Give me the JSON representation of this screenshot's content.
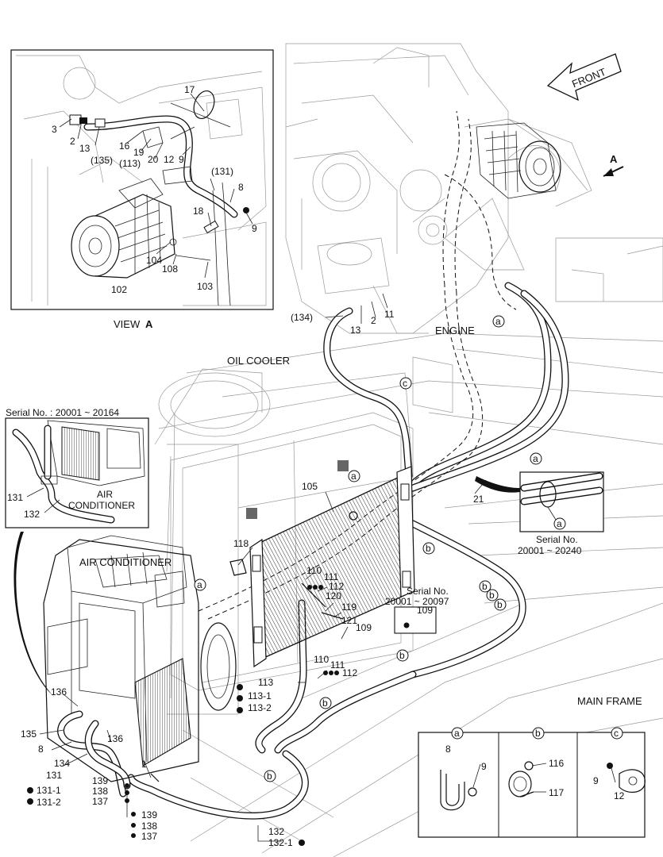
{
  "headers": {
    "view_a": "VIEW",
    "view_a_letter": "A",
    "engine": "ENGINE",
    "oil_cooler": "OIL COOLER",
    "air_conditioner": "AIR CONDITIONER",
    "air_conditioner_inset_1": "AIR",
    "air_conditioner_inset_2": "CONDITIONER",
    "main_frame": "MAIN FRAME",
    "front": "FRONT",
    "arrow_a": "A"
  },
  "serials": {
    "s20164": "Serial No. : 20001 ~ 20164",
    "s20240_a": "Serial No.",
    "s20240_b": "20001 ~ 20240",
    "s20097_a": "Serial No.",
    "s20097_b": "20001 ~ 20097"
  },
  "callouts": {
    "c17": "17",
    "c3": "3",
    "c2": "2",
    "c13": "13",
    "c135p": "(135)",
    "c16": "16",
    "c19": "19",
    "c113p": "(113)",
    "c20": "20",
    "c12": "12",
    "c9a": "9",
    "c131p": "(131)",
    "c8": "8",
    "c9b": "9",
    "c18": "18",
    "c104": "104",
    "c108": "108",
    "c102": "102",
    "c103": "103",
    "c134p": "(134)",
    "c13b": "13",
    "c2b": "2",
    "c11": "11",
    "c105": "105",
    "c21": "21",
    "c118": "118",
    "c110a": "110",
    "c111a": "111",
    "c112a": "112",
    "c120": "120",
    "c119": "119",
    "c121": "121",
    "c109a": "109",
    "c109b": "109",
    "c110b": "110",
    "c111b": "111",
    "c112b": "112",
    "c113": "113",
    "c113_1": "113-1",
    "c113_2": "113-2",
    "c131i": "131",
    "c132i": "132",
    "c136a": "136",
    "c135": "135",
    "c8b": "8",
    "c134": "134",
    "c136b": "136",
    "c131": "131",
    "c131_1": "131-1",
    "c131_2": "131-2",
    "c1": "1",
    "c139a": "139",
    "c138a": "138",
    "c137a": "137",
    "c139b": "139",
    "c138b": "138",
    "c137b": "137",
    "c132": "132",
    "c132_1": "132-1",
    "c116": "116",
    "c117": "117",
    "c8c": "8",
    "c9c": "9",
    "c9d": "9",
    "c12b": "12"
  },
  "clamp_letters": {
    "a": "a",
    "b": "b",
    "c": "c"
  }
}
